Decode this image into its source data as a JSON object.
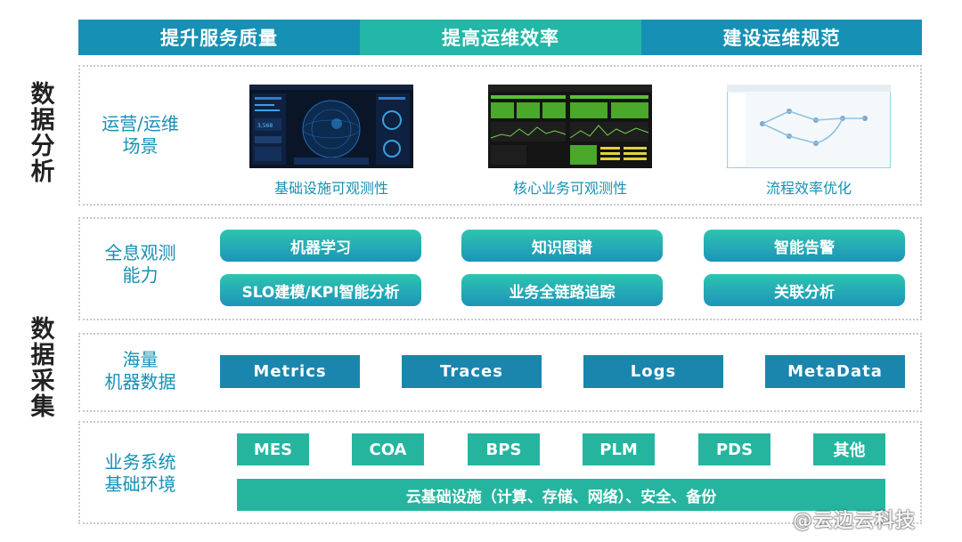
{
  "banners": [
    "提升服务质量",
    "提高运维效率",
    "建设运维规范"
  ],
  "side_labels": {
    "analysis": [
      "数",
      "据",
      "分",
      "析"
    ],
    "collection": [
      "数",
      "据",
      "采",
      "集"
    ]
  },
  "panels": {
    "scenarios": {
      "label_lines": [
        "运营/运维",
        "场景"
      ],
      "items": [
        {
          "caption": "基础设施可观测性"
        },
        {
          "caption": "核心业务可观测性"
        },
        {
          "caption": "流程效率优化"
        }
      ]
    },
    "capability": {
      "label_lines": [
        "全息观测",
        "能力"
      ],
      "items": [
        "机器学习",
        "知识图谱",
        "智能告警",
        "SLO建模/KPI智能分析",
        "业务全链路追踪",
        "关联分析"
      ]
    },
    "machine_data": {
      "label_lines": [
        "海量",
        "机器数据"
      ],
      "items": [
        "Metrics",
        "Traces",
        "Logs",
        "MetaData"
      ]
    },
    "business": {
      "label_lines": [
        "业务系统",
        "基础环境"
      ],
      "items": [
        "MES",
        "COA",
        "BPS",
        "PLM",
        "PDS",
        "其他"
      ],
      "infra": "云基础设施（计算、存储、网络）、安全、备份"
    }
  },
  "watermark": "@云边云科技",
  "colors": {
    "teal": "#22b7a7",
    "blue": "#1790b5"
  }
}
